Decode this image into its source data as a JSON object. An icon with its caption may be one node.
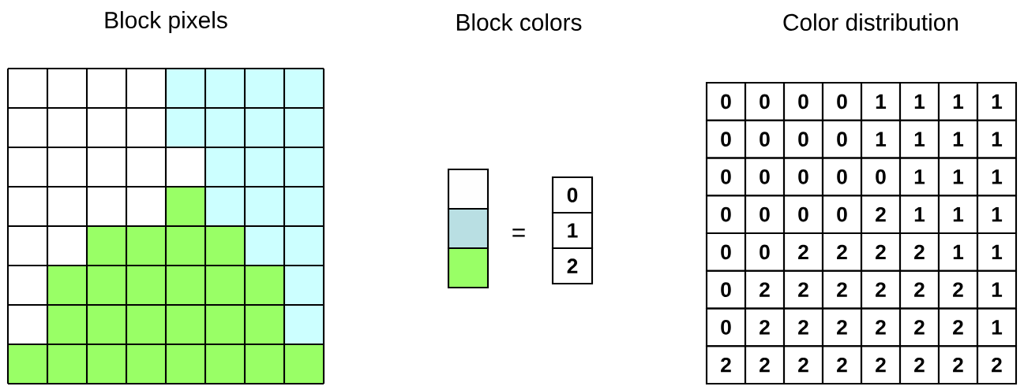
{
  "diagram": {
    "labels": [
      "Block pixels",
      "Block colors",
      "Color distribution",
      "=",
      "0",
      "0",
      "0",
      "0",
      "1",
      "1",
      "1",
      "1",
      "0",
      "0",
      "0",
      "0",
      "1",
      "1",
      "1",
      "1",
      "0",
      "0",
      "0",
      "0",
      "0",
      "1",
      "1",
      "1",
      "0",
      "0",
      "0",
      "0",
      "2",
      "1",
      "1",
      "1",
      "0",
      "0",
      "2",
      "2",
      "2",
      "2",
      "1",
      "1",
      "0",
      "2",
      "2",
      "2",
      "2",
      "2",
      "2",
      "1",
      "0",
      "2",
      "2",
      "2",
      "2",
      "2",
      "2",
      "1",
      "2",
      "2",
      "2",
      "2",
      "2",
      "2",
      "2",
      "2"
    ],
    "legend": [
      {
        "text": "0",
        "color": "#fefefe"
      },
      {
        "text": "1",
        "color": "#b9dfe3"
      },
      {
        "text": "2",
        "color": "#99ff66"
      }
    ]
  }
}
